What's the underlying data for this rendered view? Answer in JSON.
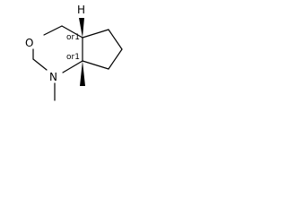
{
  "structure": {
    "atoms": {
      "oxygen": "O",
      "nitrogen": "N",
      "hydrogen": "H"
    },
    "stereo_labels": {
      "upper": "or1",
      "lower": "or1"
    }
  }
}
